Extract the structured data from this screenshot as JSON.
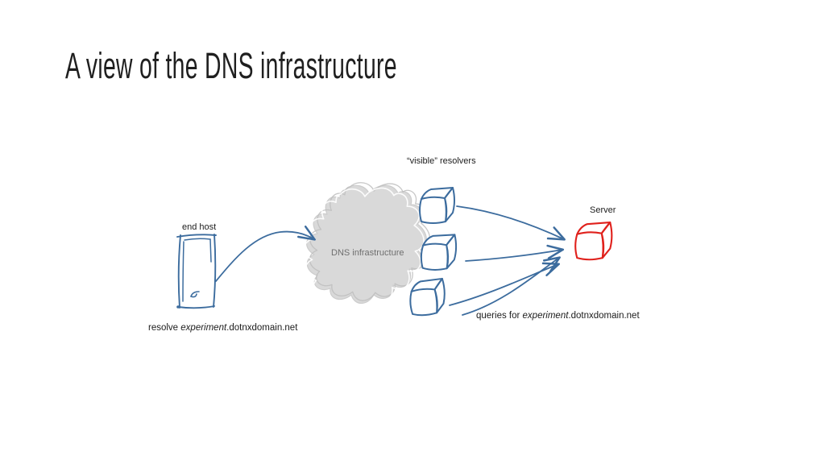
{
  "slide": {
    "title": "A view of the DNS infrastructure",
    "background": "#ffffff"
  },
  "diagram": {
    "labels": {
      "end_host": "end host",
      "visible_resolvers": "“visible” resolvers",
      "dns_infrastructure": "DNS infrastructure",
      "server": "Server"
    },
    "annotations": {
      "resolve_request": {
        "prefix": "resolve ",
        "italic": "experiment",
        "suffix": ".dotnxdomain.net"
      },
      "queries": {
        "prefix": "queries for ",
        "italic": "experiment",
        "suffix": ".dotnxdomain.net"
      }
    },
    "nodes": [
      {
        "id": "end-host",
        "shape": "smartphone-sketch",
        "label": "end host",
        "color": "#3c6c9e"
      },
      {
        "id": "dns-cloud",
        "shape": "cloud-blob",
        "label": "DNS infrastructure",
        "fill": "#d9d9d9"
      },
      {
        "id": "resolver-1",
        "shape": "cube",
        "group": "visible resolvers",
        "color": "#3c6c9e"
      },
      {
        "id": "resolver-2",
        "shape": "cube",
        "group": "visible resolvers",
        "color": "#3c6c9e"
      },
      {
        "id": "resolver-3",
        "shape": "cube",
        "group": "visible resolvers",
        "color": "#3c6c9e"
      },
      {
        "id": "server",
        "shape": "cube",
        "label": "Server",
        "color": "#e0211c"
      }
    ],
    "edges": [
      {
        "from": "end-host",
        "to": "dns-cloud",
        "style": "curved-arrow"
      },
      {
        "from": "resolver-1",
        "to": "server",
        "style": "curved-arrow"
      },
      {
        "from": "resolver-2",
        "to": "server",
        "style": "curved-arrow"
      },
      {
        "from": "resolver-3",
        "to": "server",
        "style": "curved-arrow"
      },
      {
        "from": "below-resolver-3",
        "to": "server",
        "style": "curved-arrow"
      }
    ],
    "colors": {
      "sketch_blue": "#3c6c9e",
      "server_red": "#e0211c",
      "cloud_fill": "#d9d9d9",
      "cloud_outline": "#bdbdbd",
      "muted_text": "#6f6f6f",
      "title_text": "#1f1f1f"
    }
  }
}
